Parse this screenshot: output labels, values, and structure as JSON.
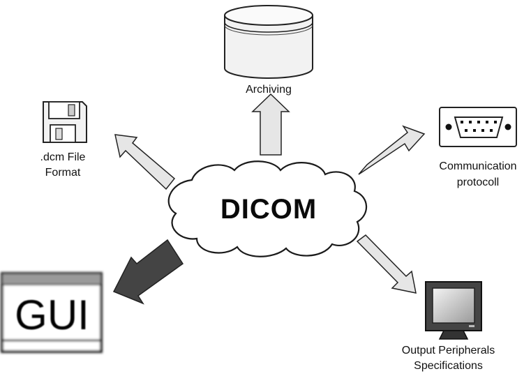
{
  "center": {
    "label": "DICOM"
  },
  "nodes": {
    "archiving": {
      "label": "Archiving",
      "icon": "database-icon"
    },
    "file_format": {
      "label_line1": ".dcm File",
      "label_line2": "Format",
      "icon": "floppy-disk-icon"
    },
    "communication": {
      "label_line1": "Communication",
      "label_line2": "protocoll",
      "icon": "serial-port-icon"
    },
    "output": {
      "label_line1": "Output Peripherals",
      "label_line2": "Specifications",
      "icon": "monitor-icon"
    },
    "gui": {
      "label": "GUI",
      "icon": "window-icon"
    }
  },
  "colors": {
    "arrow_light": "#e6e6e6",
    "arrow_dark": "#444444",
    "outline": "#222222"
  }
}
